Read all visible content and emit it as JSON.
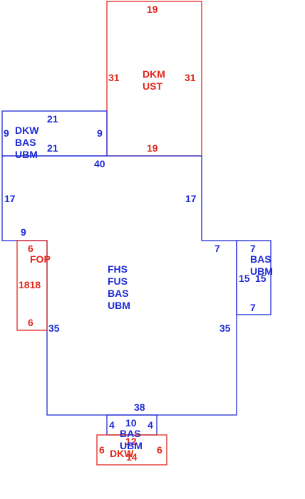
{
  "colors": {
    "blue": "#1f2bd6",
    "red": "#e0261c",
    "background": "#ffffff"
  },
  "areas": {
    "garage_top": {
      "labels": [
        "DKM",
        "UST"
      ],
      "color": "red"
    },
    "left_wing": {
      "labels": [
        "DKW",
        "BAS",
        "UBM"
      ],
      "color": "blue"
    },
    "main": {
      "labels": [
        "FHS",
        "FUS",
        "BAS",
        "UBM"
      ],
      "color": "blue"
    },
    "porch": {
      "labels": [
        "FOP"
      ],
      "color": "red"
    },
    "right_bump": {
      "labels": [
        "BAS",
        "UBM"
      ],
      "color": "blue"
    },
    "bottom_bump": {
      "labels": [
        "BAS",
        "UBM"
      ],
      "color": "blue"
    },
    "bottom_deck": {
      "labels": [
        "DKW"
      ],
      "color": "red"
    }
  },
  "dimensions": {
    "garage_top": "19",
    "garage_left": "31",
    "garage_right": "31",
    "garage_bottom": "19",
    "wing_top": "21",
    "wing_left": "9",
    "wing_right": "9",
    "wing_bottom": "21",
    "main_top": "40",
    "main_left_upper": "17",
    "main_right_upper": "17",
    "main_left_step": "9",
    "main_right_step": "7",
    "main_left_lower": "35",
    "main_right_lower": "35",
    "main_bottom": "38",
    "porch_top": "6",
    "porch_sides": "1818",
    "porch_bottom": "6",
    "bump_top": "7",
    "bump_left": "15",
    "bump_right": "15",
    "bump_bottom": "7",
    "bb_left": "4",
    "bb_top": "10",
    "bb_right": "4",
    "bb_overlap": "12",
    "deck_left": "6",
    "deck_right": "6",
    "deck_bottom": "14"
  }
}
